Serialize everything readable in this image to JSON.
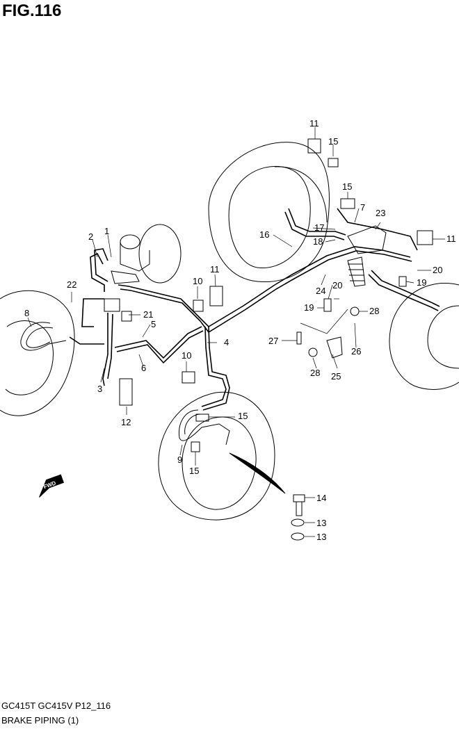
{
  "figure": {
    "title": "FIG.116",
    "model_code": "GC415T GC415V P12_116",
    "section_title": "BRAKE PIPING (1)",
    "fwd_label": "FWD"
  },
  "callouts": [
    {
      "id": "c1",
      "label": "1"
    },
    {
      "id": "c2",
      "label": "2"
    },
    {
      "id": "c3",
      "label": "3"
    },
    {
      "id": "c4",
      "label": "4"
    },
    {
      "id": "c5",
      "label": "5"
    },
    {
      "id": "c6",
      "label": "6"
    },
    {
      "id": "c7",
      "label": "7"
    },
    {
      "id": "c8",
      "label": "8"
    },
    {
      "id": "c9",
      "label": "9"
    },
    {
      "id": "c10a",
      "label": "10"
    },
    {
      "id": "c10b",
      "label": "10"
    },
    {
      "id": "c11a",
      "label": "11"
    },
    {
      "id": "c11b",
      "label": "11"
    },
    {
      "id": "c11c",
      "label": "11"
    },
    {
      "id": "c12",
      "label": "12"
    },
    {
      "id": "c13a",
      "label": "13"
    },
    {
      "id": "c13b",
      "label": "13"
    },
    {
      "id": "c14",
      "label": "14"
    },
    {
      "id": "c15a",
      "label": "15"
    },
    {
      "id": "c15b",
      "label": "15"
    },
    {
      "id": "c15c",
      "label": "15"
    },
    {
      "id": "c15d",
      "label": "15"
    },
    {
      "id": "c16",
      "label": "16"
    },
    {
      "id": "c17",
      "label": "17"
    },
    {
      "id": "c18",
      "label": "18"
    },
    {
      "id": "c19a",
      "label": "19"
    },
    {
      "id": "c19b",
      "label": "19"
    },
    {
      "id": "c20a",
      "label": "20"
    },
    {
      "id": "c20b",
      "label": "20"
    },
    {
      "id": "c21",
      "label": "21"
    },
    {
      "id": "c22",
      "label": "22"
    },
    {
      "id": "c23",
      "label": "23"
    },
    {
      "id": "c24",
      "label": "24"
    },
    {
      "id": "c25",
      "label": "25"
    },
    {
      "id": "c26",
      "label": "26"
    },
    {
      "id": "c27",
      "label": "27"
    },
    {
      "id": "c28a",
      "label": "28"
    },
    {
      "id": "c28b",
      "label": "28"
    }
  ]
}
